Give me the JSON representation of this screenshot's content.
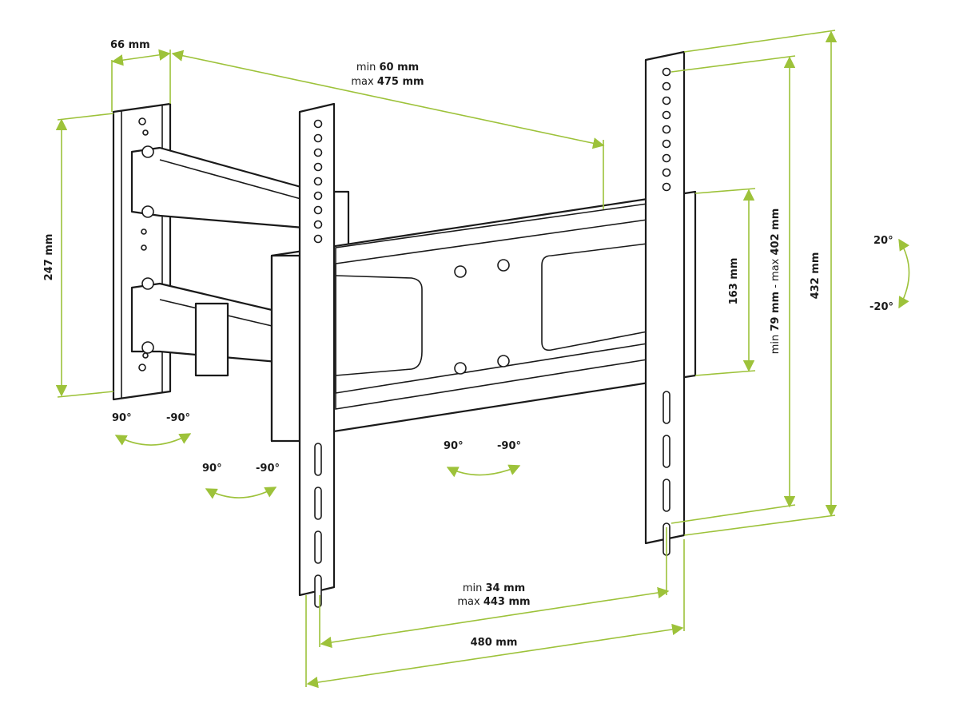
{
  "colors": {
    "dimension": "#9dc23a",
    "line": "#1a1a1a"
  },
  "labels": {
    "wall_depth": "66 mm",
    "extension": {
      "min_prefix": "min",
      "min_value": "60 mm",
      "max_prefix": "max",
      "max_value": "475 mm"
    },
    "wall_plate_height": "247 mm",
    "vertical_bracket_spacing": "163 mm",
    "vesa_vertical": {
      "min_prefix": "min",
      "min_value": "79 mm",
      "sep": " - max ",
      "max_value": "402 mm"
    },
    "rail_height": "432 mm",
    "tilt_up": "20°",
    "tilt_down": "-20°",
    "swivel_wall": {
      "left": "90°",
      "right": "-90°"
    },
    "swivel_arm": {
      "left": "90°",
      "right": "-90°"
    },
    "swivel_head": {
      "left": "90°",
      "right": "-90°"
    },
    "vesa_horizontal": {
      "min_prefix": "min",
      "min_value": "34 mm",
      "max_prefix": "max",
      "max_value": "443 mm"
    },
    "total_width": "480 mm"
  }
}
